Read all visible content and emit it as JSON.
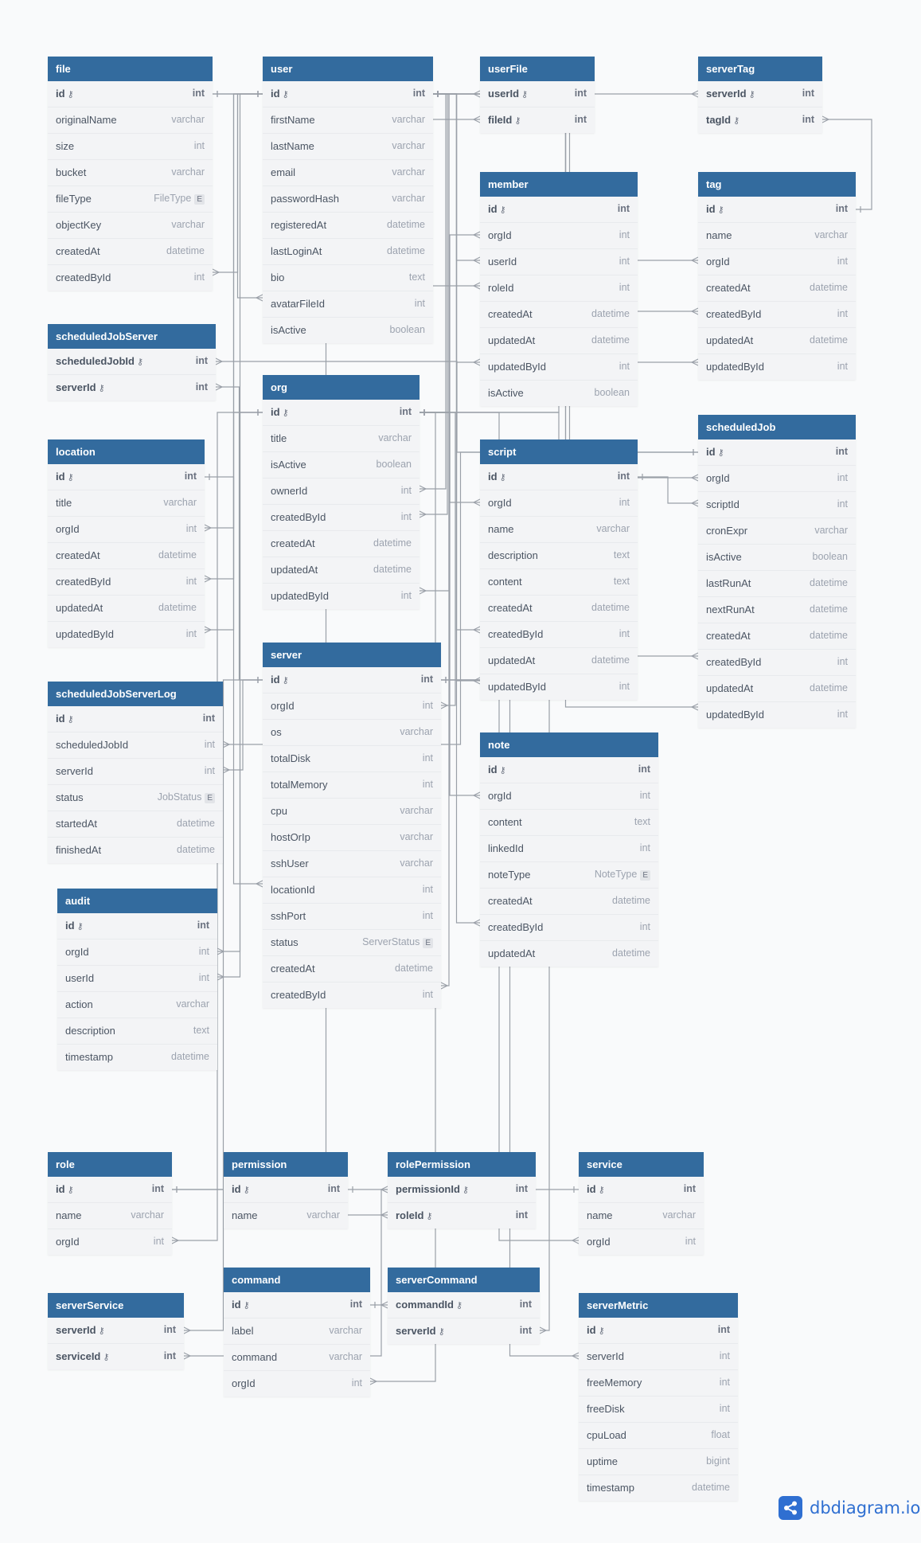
{
  "tables": [
    {
      "name": "file",
      "fields": [
        [
          "id",
          "int",
          "pk"
        ],
        [
          "originalName",
          "varchar"
        ],
        [
          "size",
          "int"
        ],
        [
          "bucket",
          "varchar"
        ],
        [
          "fileType",
          "FileType",
          "enum"
        ],
        [
          "objectKey",
          "varchar"
        ],
        [
          "createdAt",
          "datetime"
        ],
        [
          "createdById",
          "int"
        ]
      ]
    },
    {
      "name": "user",
      "fields": [
        [
          "id",
          "int",
          "pk"
        ],
        [
          "firstName",
          "varchar"
        ],
        [
          "lastName",
          "varchar"
        ],
        [
          "email",
          "varchar"
        ],
        [
          "passwordHash",
          "varchar"
        ],
        [
          "registeredAt",
          "datetime"
        ],
        [
          "lastLoginAt",
          "datetime"
        ],
        [
          "bio",
          "text"
        ],
        [
          "avatarFileId",
          "int"
        ],
        [
          "isActive",
          "boolean"
        ]
      ]
    },
    {
      "name": "userFile",
      "fields": [
        [
          "userId",
          "int",
          "pk"
        ],
        [
          "fileId",
          "int",
          "pk"
        ]
      ]
    },
    {
      "name": "serverTag",
      "fields": [
        [
          "serverId",
          "int",
          "pk"
        ],
        [
          "tagId",
          "int",
          "pk"
        ]
      ]
    },
    {
      "name": "member",
      "fields": [
        [
          "id",
          "int",
          "pk"
        ],
        [
          "orgId",
          "int"
        ],
        [
          "userId",
          "int"
        ],
        [
          "roleId",
          "int"
        ],
        [
          "createdAt",
          "datetime"
        ],
        [
          "updatedAt",
          "datetime"
        ],
        [
          "updatedById",
          "int"
        ],
        [
          "isActive",
          "boolean"
        ]
      ]
    },
    {
      "name": "tag",
      "fields": [
        [
          "id",
          "int",
          "pk"
        ],
        [
          "name",
          "varchar"
        ],
        [
          "orgId",
          "int"
        ],
        [
          "createdAt",
          "datetime"
        ],
        [
          "createdById",
          "int"
        ],
        [
          "updatedAt",
          "datetime"
        ],
        [
          "updatedById",
          "int"
        ]
      ]
    },
    {
      "name": "scheduledJobServer",
      "fields": [
        [
          "scheduledJobId",
          "int",
          "pk"
        ],
        [
          "serverId",
          "int",
          "pk"
        ]
      ]
    },
    {
      "name": "org",
      "fields": [
        [
          "id",
          "int",
          "pk"
        ],
        [
          "title",
          "varchar"
        ],
        [
          "isActive",
          "boolean"
        ],
        [
          "ownerId",
          "int"
        ],
        [
          "createdById",
          "int"
        ],
        [
          "createdAt",
          "datetime"
        ],
        [
          "updatedAt",
          "datetime"
        ],
        [
          "updatedById",
          "int"
        ]
      ]
    },
    {
      "name": "location",
      "fields": [
        [
          "id",
          "int",
          "pk"
        ],
        [
          "title",
          "varchar"
        ],
        [
          "orgId",
          "int"
        ],
        [
          "createdAt",
          "datetime"
        ],
        [
          "createdById",
          "int"
        ],
        [
          "updatedAt",
          "datetime"
        ],
        [
          "updatedById",
          "int"
        ]
      ]
    },
    {
      "name": "script",
      "fields": [
        [
          "id",
          "int",
          "pk"
        ],
        [
          "orgId",
          "int"
        ],
        [
          "name",
          "varchar"
        ],
        [
          "description",
          "text"
        ],
        [
          "content",
          "text"
        ],
        [
          "createdAt",
          "datetime"
        ],
        [
          "createdById",
          "int"
        ],
        [
          "updatedAt",
          "datetime"
        ],
        [
          "updatedById",
          "int"
        ]
      ]
    },
    {
      "name": "scheduledJob",
      "fields": [
        [
          "id",
          "int",
          "pk"
        ],
        [
          "orgId",
          "int"
        ],
        [
          "scriptId",
          "int"
        ],
        [
          "cronExpr",
          "varchar"
        ],
        [
          "isActive",
          "boolean"
        ],
        [
          "lastRunAt",
          "datetime"
        ],
        [
          "nextRunAt",
          "datetime"
        ],
        [
          "createdAt",
          "datetime"
        ],
        [
          "createdById",
          "int"
        ],
        [
          "updatedAt",
          "datetime"
        ],
        [
          "updatedById",
          "int"
        ]
      ]
    },
    {
      "name": "server",
      "fields": [
        [
          "id",
          "int",
          "pk"
        ],
        [
          "orgId",
          "int"
        ],
        [
          "os",
          "varchar"
        ],
        [
          "totalDisk",
          "int"
        ],
        [
          "totalMemory",
          "int"
        ],
        [
          "cpu",
          "varchar"
        ],
        [
          "hostOrIp",
          "varchar"
        ],
        [
          "sshUser",
          "varchar"
        ],
        [
          "locationId",
          "int"
        ],
        [
          "sshPort",
          "int"
        ],
        [
          "status",
          "ServerStatus",
          "enum"
        ],
        [
          "createdAt",
          "datetime"
        ],
        [
          "createdById",
          "int"
        ]
      ]
    },
    {
      "name": "scheduledJobServerLog",
      "fields": [
        [
          "id",
          "int",
          "pk"
        ],
        [
          "scheduledJobId",
          "int"
        ],
        [
          "serverId",
          "int"
        ],
        [
          "status",
          "JobStatus",
          "enum"
        ],
        [
          "startedAt",
          "datetime"
        ],
        [
          "finishedAt",
          "datetime"
        ]
      ]
    },
    {
      "name": "note",
      "fields": [
        [
          "id",
          "int",
          "pk"
        ],
        [
          "orgId",
          "int"
        ],
        [
          "content",
          "text"
        ],
        [
          "linkedId",
          "int"
        ],
        [
          "noteType",
          "NoteType",
          "enum"
        ],
        [
          "createdAt",
          "datetime"
        ],
        [
          "createdById",
          "int"
        ],
        [
          "updatedAt",
          "datetime"
        ]
      ]
    },
    {
      "name": "audit",
      "fields": [
        [
          "id",
          "int",
          "pk"
        ],
        [
          "orgId",
          "int"
        ],
        [
          "userId",
          "int"
        ],
        [
          "action",
          "varchar"
        ],
        [
          "description",
          "text"
        ],
        [
          "timestamp",
          "datetime"
        ]
      ]
    },
    {
      "name": "role",
      "fields": [
        [
          "id",
          "int",
          "pk"
        ],
        [
          "name",
          "varchar"
        ],
        [
          "orgId",
          "int"
        ]
      ]
    },
    {
      "name": "permission",
      "fields": [
        [
          "id",
          "int",
          "pk"
        ],
        [
          "name",
          "varchar"
        ]
      ]
    },
    {
      "name": "rolePermission",
      "fields": [
        [
          "permissionId",
          "int",
          "pk"
        ],
        [
          "roleId",
          "int",
          "pk"
        ]
      ]
    },
    {
      "name": "service",
      "fields": [
        [
          "id",
          "int",
          "pk"
        ],
        [
          "name",
          "varchar"
        ],
        [
          "orgId",
          "int"
        ]
      ]
    },
    {
      "name": "command",
      "fields": [
        [
          "id",
          "int",
          "pk"
        ],
        [
          "label",
          "varchar"
        ],
        [
          "command",
          "varchar"
        ],
        [
          "orgId",
          "int"
        ]
      ]
    },
    {
      "name": "serverCommand",
      "fields": [
        [
          "commandId",
          "int",
          "pk"
        ],
        [
          "serverId",
          "int",
          "pk"
        ]
      ]
    },
    {
      "name": "serverService",
      "fields": [
        [
          "serverId",
          "int",
          "pk"
        ],
        [
          "serviceId",
          "int",
          "pk"
        ]
      ]
    },
    {
      "name": "serverMetric",
      "fields": [
        [
          "id",
          "int",
          "pk"
        ],
        [
          "serverId",
          "int"
        ],
        [
          "freeMemory",
          "int"
        ],
        [
          "freeDisk",
          "int"
        ],
        [
          "cpuLoad",
          "float"
        ],
        [
          "uptime",
          "bigint"
        ],
        [
          "timestamp",
          "datetime"
        ]
      ]
    }
  ],
  "relations": [
    [
      "file.createdById",
      "user.id"
    ],
    [
      "user.avatarFileId",
      "file.id"
    ],
    [
      "userFile.userId",
      "user.id"
    ],
    [
      "userFile.fileId",
      "file.id"
    ],
    [
      "serverTag.serverId",
      "server.id"
    ],
    [
      "serverTag.tagId",
      "tag.id"
    ],
    [
      "member.orgId",
      "org.id"
    ],
    [
      "member.userId",
      "user.id"
    ],
    [
      "member.roleId",
      "role.id"
    ],
    [
      "member.updatedById",
      "user.id"
    ],
    [
      "tag.orgId",
      "org.id"
    ],
    [
      "tag.createdById",
      "user.id"
    ],
    [
      "tag.updatedById",
      "user.id"
    ],
    [
      "scheduledJobServer.scheduledJobId",
      "scheduledJob.id"
    ],
    [
      "scheduledJobServer.serverId",
      "server.id"
    ],
    [
      "org.ownerId",
      "user.id"
    ],
    [
      "org.createdById",
      "user.id"
    ],
    [
      "org.updatedById",
      "user.id"
    ],
    [
      "location.orgId",
      "org.id"
    ],
    [
      "location.createdById",
      "user.id"
    ],
    [
      "location.updatedById",
      "user.id"
    ],
    [
      "script.orgId",
      "org.id"
    ],
    [
      "script.createdById",
      "user.id"
    ],
    [
      "script.updatedById",
      "user.id"
    ],
    [
      "scheduledJob.orgId",
      "org.id"
    ],
    [
      "scheduledJob.scriptId",
      "script.id"
    ],
    [
      "scheduledJob.createdById",
      "user.id"
    ],
    [
      "scheduledJob.updatedById",
      "user.id"
    ],
    [
      "server.orgId",
      "org.id"
    ],
    [
      "server.locationId",
      "location.id"
    ],
    [
      "server.createdById",
      "user.id"
    ],
    [
      "scheduledJobServerLog.scheduledJobId",
      "scheduledJob.id"
    ],
    [
      "scheduledJobServerLog.serverId",
      "server.id"
    ],
    [
      "note.orgId",
      "org.id"
    ],
    [
      "note.createdById",
      "user.id"
    ],
    [
      "audit.orgId",
      "org.id"
    ],
    [
      "audit.userId",
      "user.id"
    ],
    [
      "role.orgId",
      "org.id"
    ],
    [
      "rolePermission.permissionId",
      "permission.id"
    ],
    [
      "rolePermission.roleId",
      "role.id"
    ],
    [
      "service.orgId",
      "org.id"
    ],
    [
      "command.orgId",
      "org.id"
    ],
    [
      "serverCommand.commandId",
      "command.id"
    ],
    [
      "serverCommand.serverId",
      "server.id"
    ],
    [
      "serverService.serverId",
      "server.id"
    ],
    [
      "serverService.serviceId",
      "service.id"
    ],
    [
      "serverMetric.serverId",
      "server.id"
    ]
  ],
  "colors": {
    "header": "#336b9e",
    "connector": "#9aa0a8",
    "brand": "#2f6fd1"
  },
  "brand": {
    "name": "dbdiagram.io",
    "icon": "share-nodes-icon"
  }
}
